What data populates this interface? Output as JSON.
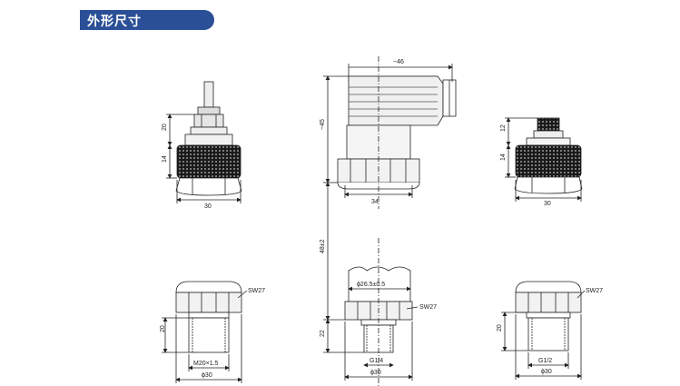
{
  "header": {
    "title": "外形尺寸",
    "accent_color": "#2b4f97"
  },
  "drawings": {
    "top_left": {
      "dim_pin": "20",
      "dim_knurl": "14",
      "dim_width": "30"
    },
    "top_center": {
      "dim_width_top": "~46",
      "dim_height": "~45",
      "dim_width_bottom": "34"
    },
    "top_right": {
      "dim_pin": "12",
      "dim_knurl": "14",
      "dim_width": "30"
    },
    "bottom_left": {
      "hex": "SW27",
      "dim_thread_len": "20",
      "thread": "M20×1.5",
      "dim_width": "ϕ30"
    },
    "bottom_center": {
      "dim_total": "48±2",
      "dim_body": "ϕ26.5±0.5",
      "hex": "SW27",
      "dim_thread_len": "22",
      "thread": "G1/4",
      "dim_width": "ϕ30"
    },
    "bottom_right": {
      "hex": "SW27",
      "dim_thread_len": "20",
      "thread": "G1/2",
      "dim_width": "ϕ30"
    }
  }
}
